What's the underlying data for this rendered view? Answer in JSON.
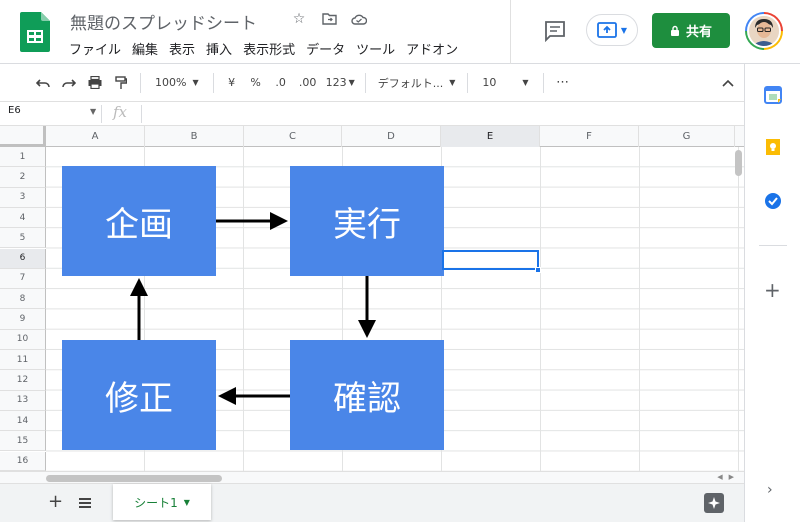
{
  "document": {
    "title": "無題のスプレッドシート"
  },
  "menu": [
    "ファイル",
    "編集",
    "表示",
    "挿入",
    "表示形式",
    "データ",
    "ツール",
    "アドオン"
  ],
  "header": {
    "share_label": "共有"
  },
  "toolbar": {
    "zoom": "100%",
    "currency": "¥",
    "percent": "%",
    "decrease_decimal": ".0",
    "increase_decimal": ".00",
    "more_formats": "123",
    "font": "デフォルト...",
    "font_size": "10",
    "more": "⋯"
  },
  "formula_bar": {
    "cell_ref": "E6",
    "fx_label": "fx"
  },
  "grid": {
    "columns": [
      "A",
      "B",
      "C",
      "D",
      "E",
      "F",
      "G"
    ],
    "rows": [
      "1",
      "2",
      "3",
      "4",
      "5",
      "6",
      "7",
      "8",
      "9",
      "10",
      "11",
      "12",
      "13",
      "14",
      "15",
      "16"
    ],
    "selected_column": "E",
    "selected_row": "6"
  },
  "diagram": {
    "boxes": [
      "企画",
      "実行",
      "確認",
      "修正"
    ]
  },
  "sheets": {
    "tabs": [
      "シート1"
    ]
  },
  "colors": {
    "brand_green": "#1e8e3e",
    "box_blue": "#4a86e8",
    "selection_blue": "#1a73e8"
  }
}
